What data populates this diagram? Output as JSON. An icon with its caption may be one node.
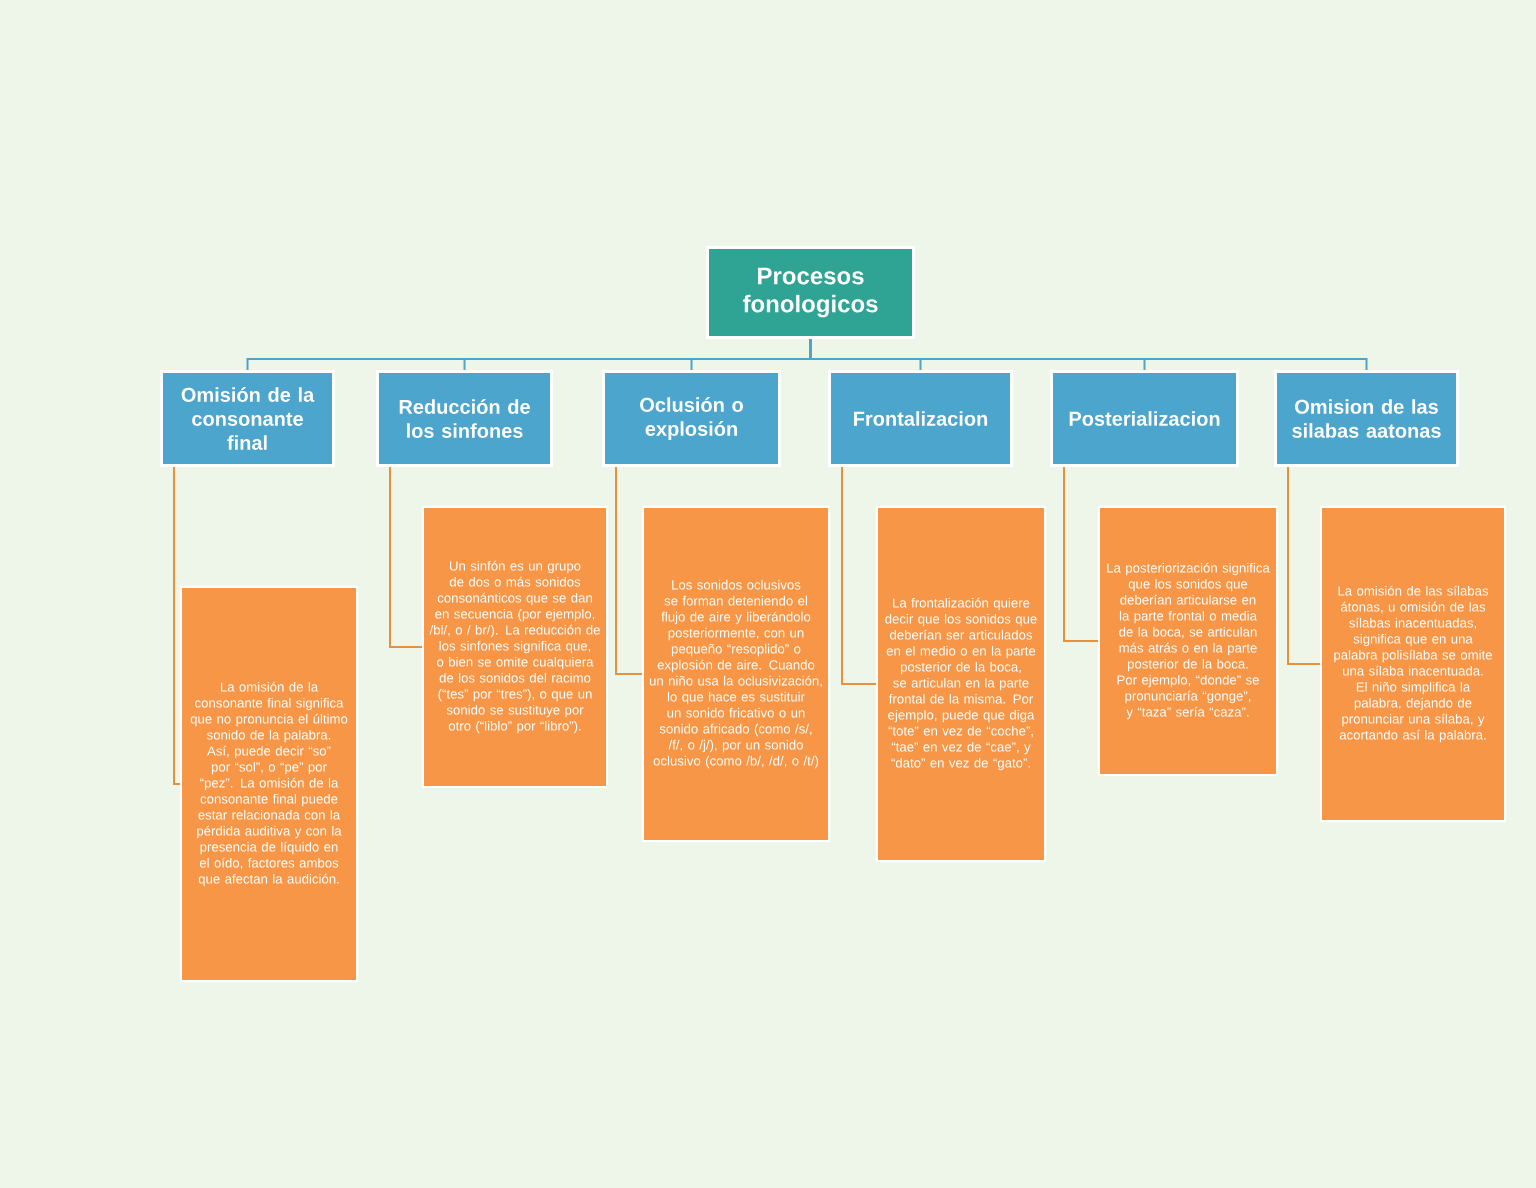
{
  "diagram": {
    "nodes": [
      {
        "text": [
          "Procesos fonologicos"
        ]
      },
      {
        "text": [
          "Omisión de la consonante final"
        ]
      },
      {
        "text": [
          "Reducción de los sinfones"
        ]
      },
      {
        "text": [
          "Oclusión o explosión"
        ]
      },
      {
        "text": [
          "Frontalizacion"
        ]
      },
      {
        "text": [
          "Posterializacion"
        ]
      },
      {
        "text": [
          "Omision de las silabas aatonas"
        ]
      },
      {
        "text": [
          "La omisión de la consonante final significa que no pronuncia el último sonido de la palabra. Así, puede decir “so” por “sol”, o “pe” por “pez”. La omisión de la consonante final puede estar relacionada con la pérdida auditiva y con la presencia de líquido en el oído, factores ambos que afectan la audición."
        ]
      },
      {
        "text": [
          "Un sinfón es un grupo de dos o más sonidos consonánticos que se dan en secuencia (por ejemplo, /bl/, o / br/). La reducción de los sinfones significa que, o bien se omite cualquiera de los sonidos del racimo (“tes” por “tres”), o que un sonido se sustituye por otro (“liblo” por “libro”)."
        ]
      },
      {
        "text": [
          "Los sonidos oclusivos se forman deteniendo el flujo de aire y liberándolo posteriormente, con un pequeño “resoplido” o explosión de aire. Cuando un niño usa la oclusivización, lo que hace es sustituir un sonido fricativo o un sonido africado (como /s/, /f/, o /j/), por un sonido oclusivo (como /b/, /d/, o /t/)"
        ]
      },
      {
        "text": [
          "La frontalización quiere decir que los sonidos que deberían ser articulados en el medio o en la parte posterior de la boca, se articulan en la parte frontal de la misma. Por ejemplo, puede que diga “tote” en vez de “coche”, “tae” en vez de “cae”, y “dato” en vez de “gato”."
        ]
      },
      {
        "text": [
          "La posteriorización significa que los sonidos que deberían articularse en la parte frontal o media de la boca, se articulan más atrás o en la parte posterior de la boca. Por ejemplo, “donde” se pronunciaría “gonge”, y “taza” sería “caza”."
        ]
      },
      {
        "text": [
          "La omisión de las sílabas átonas, u omisión de las sílabas inacentuadas, significa que en una palabra polisílaba se omite una sílaba inacentuada. El niño simplifica la palabra, dejando de pronunciar una sílaba, y acortando así la palabra."
        ]
      }
    ],
    "edges": [
      {
        "from": 0,
        "to": 1,
        "arrow": "none"
      },
      {
        "from": 0,
        "to": 2,
        "arrow": "none"
      },
      {
        "from": 0,
        "to": 3,
        "arrow": "none"
      },
      {
        "from": 0,
        "to": 4,
        "arrow": "none"
      },
      {
        "from": 0,
        "to": 5,
        "arrow": "none"
      },
      {
        "from": 0,
        "to": 6,
        "arrow": "none"
      },
      {
        "from": 1,
        "to": 7,
        "arrow": "none",
        "color": "#e8913a"
      },
      {
        "from": 2,
        "to": 8,
        "arrow": "none",
        "color": "#e8913a"
      },
      {
        "from": 3,
        "to": 9,
        "arrow": "none",
        "color": "#e8913a"
      },
      {
        "from": 4,
        "to": 10,
        "arrow": "none",
        "color": "#e8913a"
      },
      {
        "from": 5,
        "to": 11,
        "arrow": "none",
        "color": "#e8913a"
      },
      {
        "from": 6,
        "to": 12,
        "arrow": "none",
        "color": "#e8913a"
      }
    ]
  }
}
